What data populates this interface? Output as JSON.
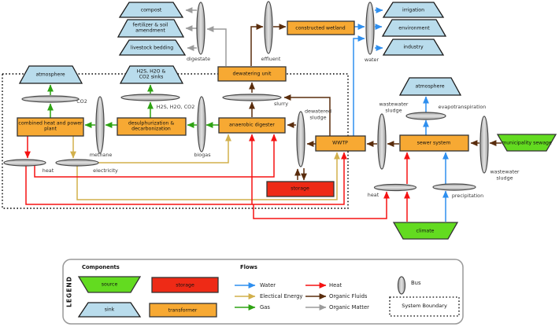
{
  "colors": {
    "transformer": "#F7A933",
    "storage": "#EE2A16",
    "source": "#63DB20",
    "sink": "#B9DCEC",
    "bus_fill": "#C6C6C6",
    "bus_stroke": "#4a4a4a",
    "water": "#2E8FEF",
    "electrical": "#D2B04C",
    "gas": "#2EA313",
    "heat": "#F51212",
    "organic_fluids": "#5A2D0D",
    "organic_matter": "#9C9C9C"
  },
  "nodes": {
    "compost": "compost",
    "fertilizer": "fertilizer & soil amendment",
    "livestock_bedding": "livestock bedding",
    "irrigation": "irrigation",
    "environment": "environment",
    "industry": "industry",
    "atmosphere_left": "atmosphere",
    "h2s_sinks": "H2S, H2O & CO2 sinks",
    "atmosphere_right": "atmosphere",
    "municipality_sewage": "municipality sewage",
    "climate": "climate",
    "dewatering_unit": "dewatering unit",
    "constructed_wetland": "constructed wetland",
    "chp": "combined heat and power plant",
    "desulphurization": "desulphurization & decarbonization",
    "anaerobic_digester": "anaerobic digester",
    "wwtp": "WWTP",
    "sewer_system": "sewer system",
    "storage": "storage"
  },
  "buses": {
    "digestate": "digestate",
    "effluent": "effluent",
    "water": "water",
    "methane": "methane",
    "biogas": "biogas",
    "co2": "CO2",
    "h2s_h2o_co2": "H2S, H2O, CO2",
    "slurry": "slurry",
    "dewatered_sludge": "dewatered sludge",
    "heat_left": "heat",
    "electricity": "electricity",
    "wastewater_sludge_left": "wastewater sludge",
    "wastewater_sludge_right": "wastewater sludge",
    "heat_right": "heat",
    "precipitation": "precipitation",
    "evapotranspiration": "evapotranspiration"
  },
  "legend": {
    "title": "LEGEND",
    "components_header": "Components",
    "flows_header": "Flows",
    "source": "source",
    "sink": "sink",
    "storage": "storage",
    "transformer": "transformer",
    "water": "Water",
    "electrical": "Electical Energy",
    "gas": "Gas",
    "heat": "Heat",
    "organic_fluids": "Organic Fluids",
    "organic_matter": "Organic Matter",
    "bus": "Bus",
    "system_boundary": "System Boundary"
  }
}
